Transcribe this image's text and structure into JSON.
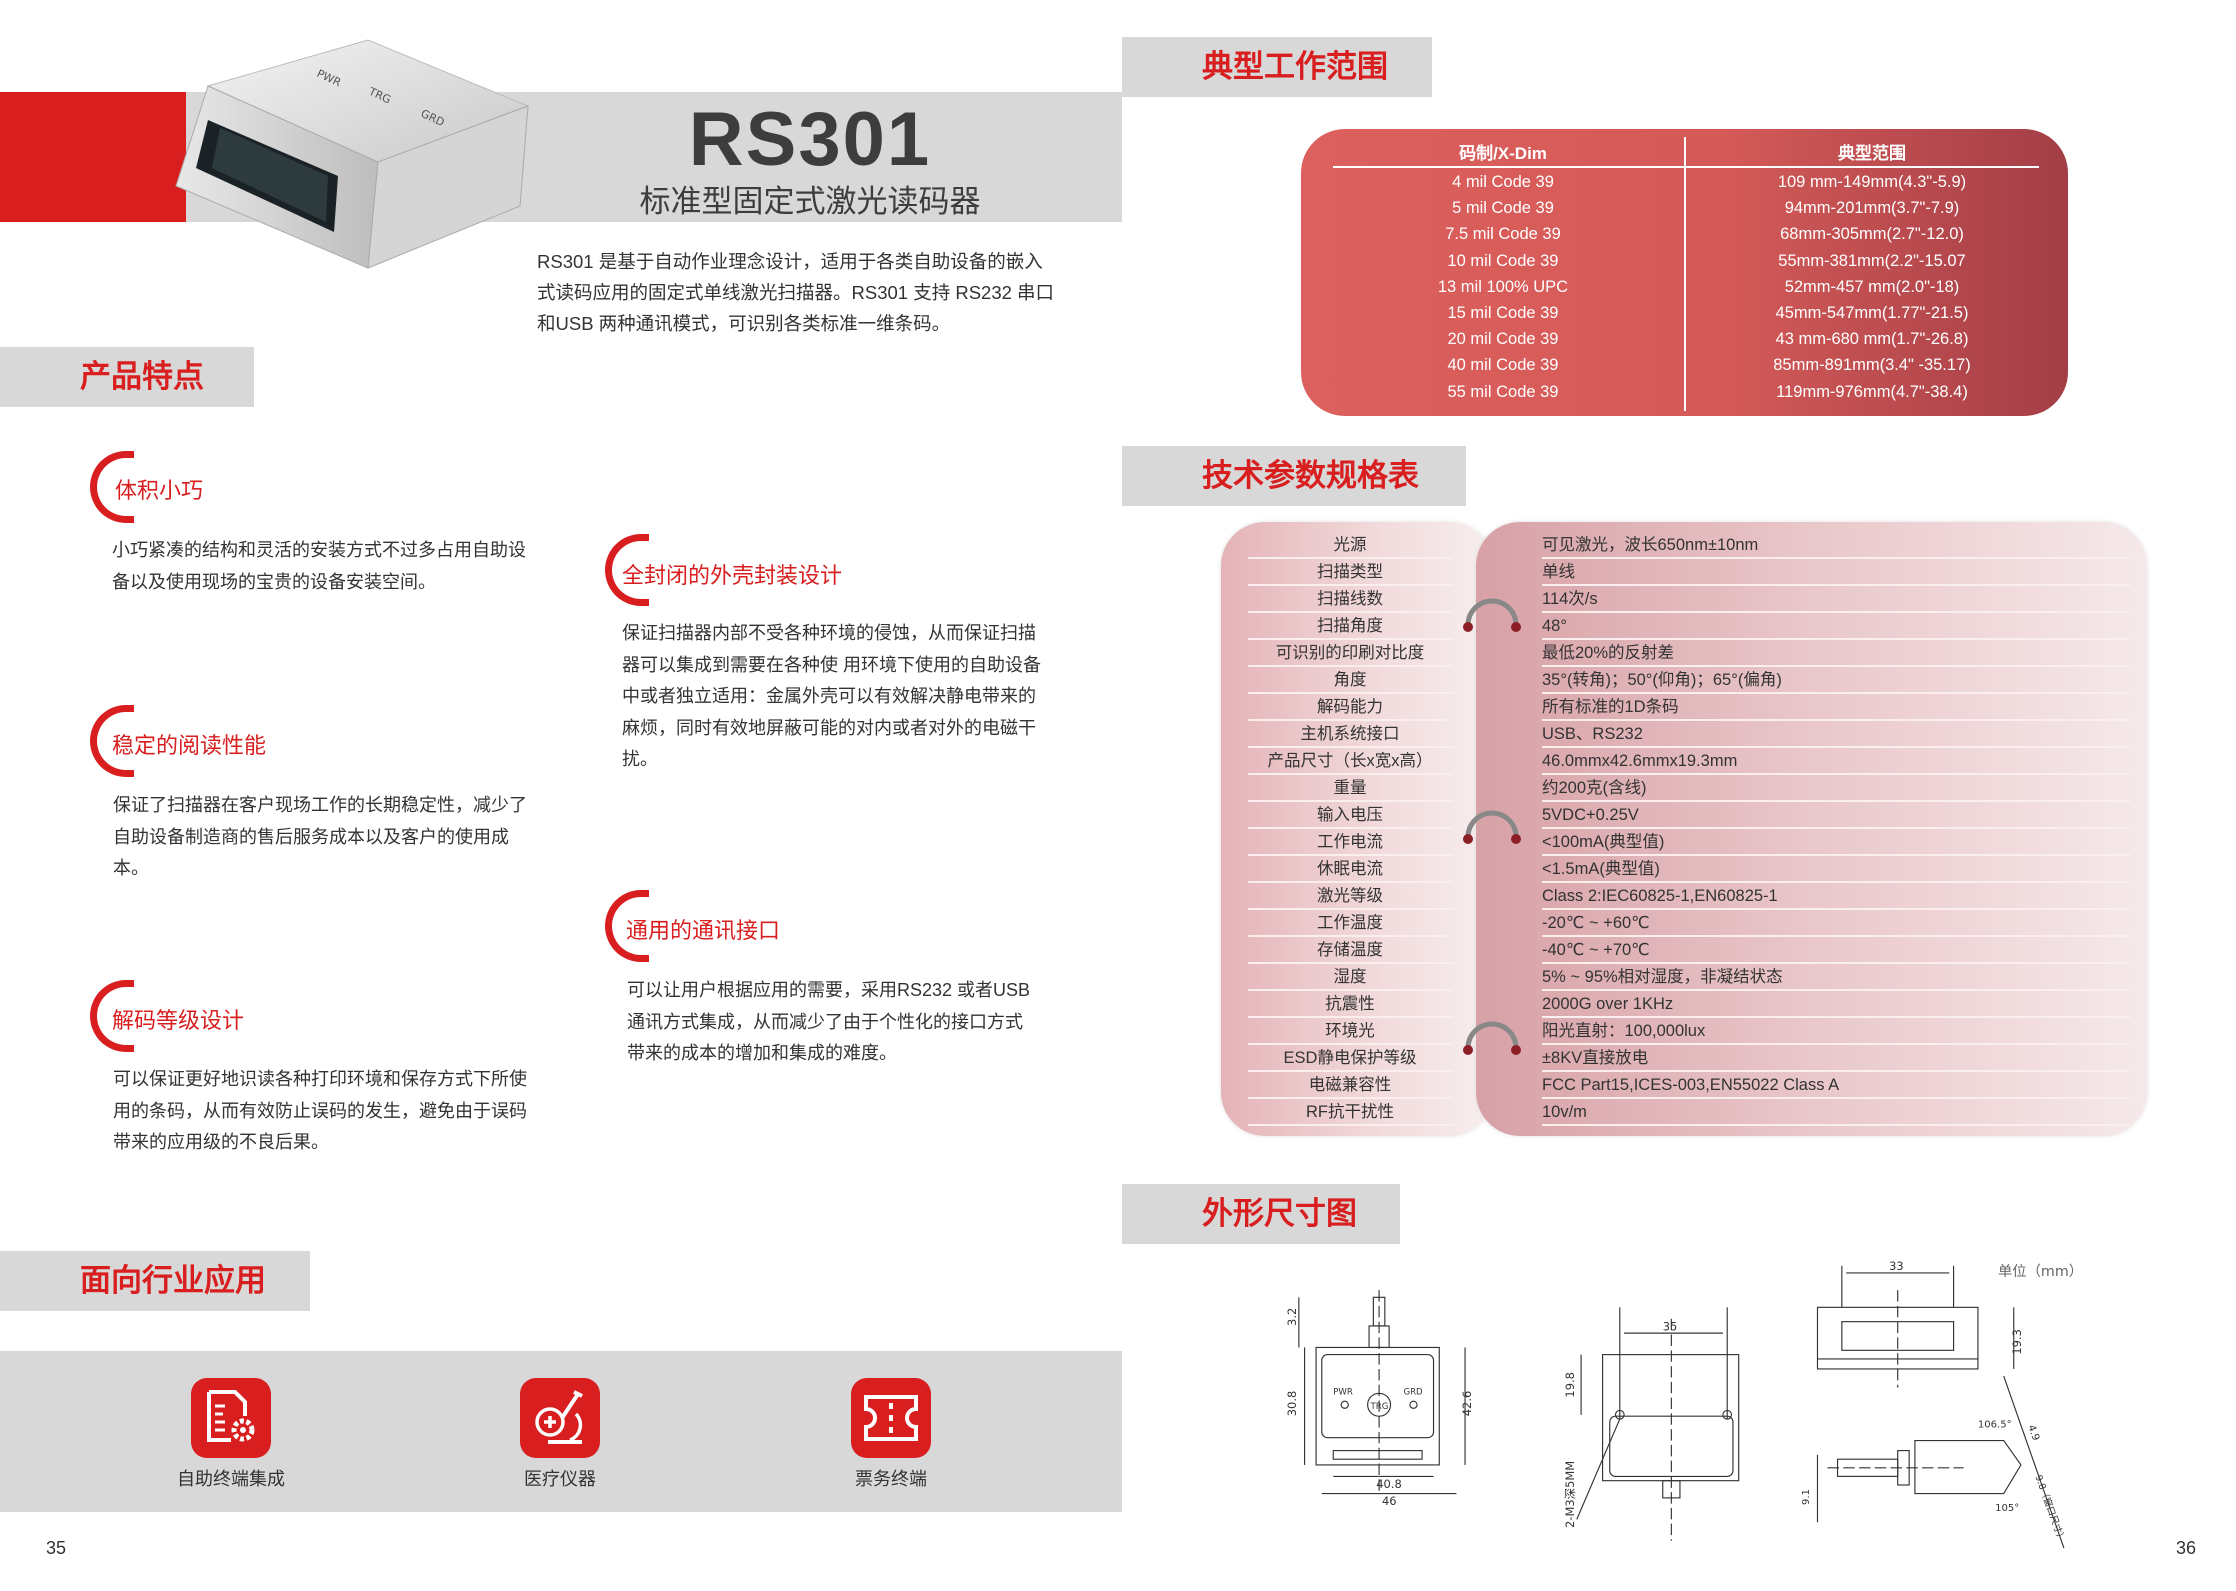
{
  "header": {
    "model": "RS301",
    "subtitle": "标准型固定式激光读码器",
    "intro": "RS301 是基于自动作业理念设计，适用于各类自助设备的嵌入式读码应用的固定式单线激光扫描器。RS301 支持 RS232 串口和USB 两种通讯模式，可识别各类标准一维条码。",
    "product_labels": [
      "PWR",
      "TRG",
      "GRD"
    ]
  },
  "features_section": {
    "title": "产品特点",
    "items": [
      {
        "title": "体积小巧",
        "body": "小巧紧凑的结构和灵活的安装方式不过多占用自助设备以及使用现场的宝贵的设备安装空间。"
      },
      {
        "title": "稳定的阅读性能",
        "body": "保证了扫描器在客户现场工作的长期稳定性，减少了自助设备制造商的售后服务成本以及客户的使用成本。"
      },
      {
        "title": "解码等级设计",
        "body": "可以保证更好地识读各种打印环境和保存方式下所使用的条码，从而有效防止误码的发生，避免由于误码带来的应用级的不良后果。"
      },
      {
        "title": "全封闭的外壳封装设计",
        "body": "保证扫描器内部不受各种环境的侵蚀，从而保证扫描器可以集成到需要在各种使 用环境下使用的自助设备中或者独立适用：金属外壳可以有效解决静电带来的麻烦，同时有效地屏蔽可能的对内或者对外的电磁干扰。"
      },
      {
        "title": "通用的通讯接口",
        "body": "可以让用户根据应用的需要，采用RS232 或者USB 通讯方式集成，从而减少了由于个性化的接口方式带来的成本的增加和集成的难度。"
      }
    ]
  },
  "industry_section": {
    "title": "面向行业应用",
    "items": [
      {
        "label": "自助终端集成",
        "icon": "document-gear-icon"
      },
      {
        "label": "医疗仪器",
        "icon": "microscope-icon"
      },
      {
        "label": "票务终端",
        "icon": "ticket-icon"
      }
    ]
  },
  "range_section": {
    "title": "典型工作范围",
    "headers": [
      "码制/X-Dim",
      "典型范围"
    ],
    "rows": [
      [
        "4 mil Code 39",
        "109 mm-149mm(4.3\"-5.9)"
      ],
      [
        "5 mil Code 39",
        "94mm-201mm(3.7\"-7.9)"
      ],
      [
        "7.5 mil Code 39",
        "68mm-305mm(2.7\"-12.0)"
      ],
      [
        "10 mil Code 39",
        "55mm-381mm(2.2\"-15.07"
      ],
      [
        "13 mil 100% UPC",
        "52mm-457 mm(2.0\"-18)"
      ],
      [
        "15 mil Code 39",
        "45mm-547mm(1.77\"-21.5)"
      ],
      [
        "20 mil Code 39",
        "43 mm-680 mm(1.7\"-26.8)"
      ],
      [
        "40 mil Code 39",
        "85mm-891mm(3.4\" -35.17)"
      ],
      [
        "55 mil Code 39",
        "119mm-976mm(4.7\"-38.4)"
      ]
    ]
  },
  "spec_section": {
    "title": "技术参数规格表",
    "rows": [
      [
        "光源",
        "可见激光，波长650nm±10nm"
      ],
      [
        "扫描类型",
        "单线"
      ],
      [
        "扫描线数",
        "114次/s"
      ],
      [
        "扫描角度",
        "48°"
      ],
      [
        "可识别的印刷对比度",
        "最低20%的反射差"
      ],
      [
        "角度",
        "35°(转角)；50°(仰角)；65°(偏角)"
      ],
      [
        "解码能力",
        "所有标准的1D条码"
      ],
      [
        "主机系统接口",
        "USB、RS232"
      ],
      [
        "产品尺寸（长x宽x高）",
        "46.0mmx42.6mmx19.3mm"
      ],
      [
        "重量",
        "约200克(含线)"
      ],
      [
        "输入电压",
        "5VDC+0.25V"
      ],
      [
        "工作电流",
        "<100mA(典型值)"
      ],
      [
        "休眠电流",
        "<1.5mA(典型值)"
      ],
      [
        "激光等级",
        "Class 2:IEC60825-1,EN60825-1"
      ],
      [
        "工作温度",
        "-20℃ ~ +60℃"
      ],
      [
        "存储温度",
        "-40℃ ~ +70℃"
      ],
      [
        "湿度",
        "5% ~ 95%相对湿度，非凝结状态"
      ],
      [
        "抗震性",
        "2000G over 1KHz"
      ],
      [
        "环境光",
        "阳光直射：100,000lux"
      ],
      [
        "ESD静电保护等级",
        "±8KV直接放电"
      ],
      [
        "电磁兼容性",
        "FCC Part15,ICES-003,EN55022 Class A"
      ],
      [
        "RF抗干扰性",
        "10v/m"
      ]
    ]
  },
  "dimension_section": {
    "title": "外形尺寸图",
    "unit": "单位（mm）",
    "front": {
      "d1": "3.2",
      "d2": "30.8",
      "d3": "42.6",
      "d4": "40.8",
      "d5": "46",
      "pwr": "PWR",
      "trg": "TRG",
      "grd": "GRD"
    },
    "bottom": {
      "d1": "35",
      "d2": "19.8",
      "note": "2-M3深5MM"
    },
    "top": {
      "d1": "33",
      "d2": "19.3"
    },
    "side": {
      "a1": "106.5°",
      "a2": "105°",
      "d1": "4.9",
      "d2": "9.1",
      "note": "9.8（窗口尺寸）"
    }
  },
  "pages": {
    "left": "35",
    "right": "36"
  },
  "colors": {
    "accent": "#d81e1e",
    "panel": "#d8d8d8"
  }
}
